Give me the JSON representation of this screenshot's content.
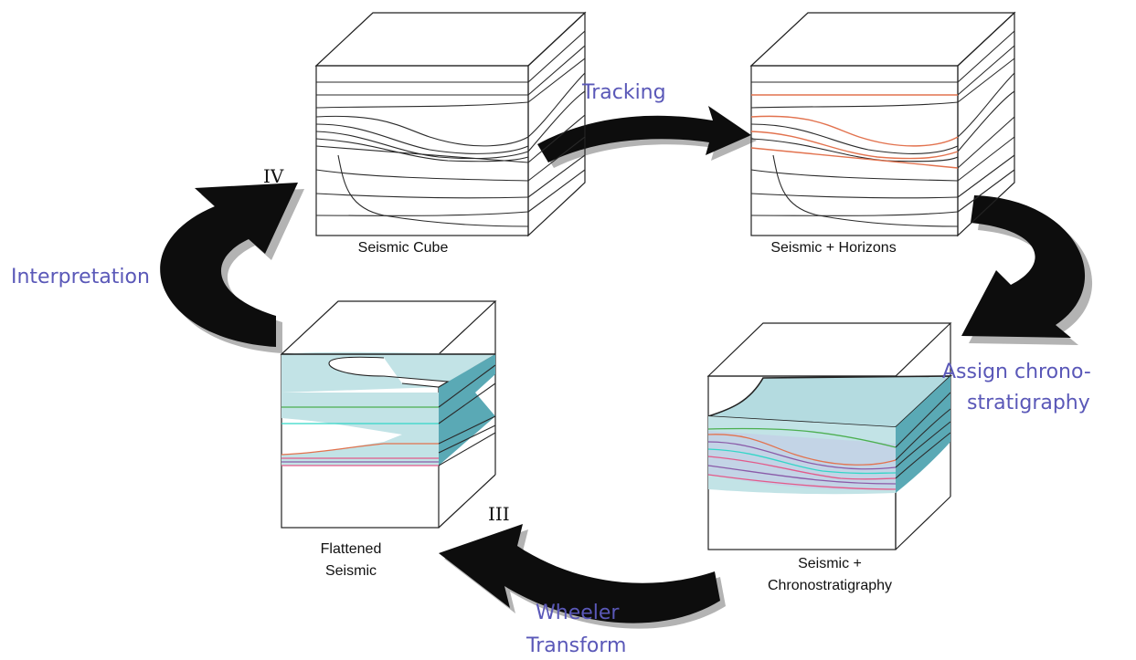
{
  "labels": {
    "tracking": "Tracking",
    "interpretation": "Interpretation",
    "assign_line1": "Assign chrono-",
    "assign_line2": "stratigraphy",
    "wheeler_line1": "Wheeler",
    "wheeler_line2": "Transform"
  },
  "cubes": {
    "seismic_cube": "Seismic Cube",
    "seismic_horizons": "Seismic + Horizons",
    "chrono_line1": "Seismic +",
    "chrono_line2": "Chronostratigraphy",
    "flattened_line1": "Flattened",
    "flattened_line2": "Seismic"
  },
  "stages": {
    "iii": "III",
    "iv": "IV"
  },
  "colors": {
    "label_text": "#5a58b8",
    "cube_fill": "#c2e3e6",
    "cube_side": "#a6cfd4",
    "cube_top": "#b4dbe0",
    "dark_teal": "#5aa9b5",
    "arrow": "#0d0d0d",
    "arrow_shadow": "#b3b3b3",
    "horizon_orange": "#e2724e",
    "horizon_green": "#4caf50",
    "horizon_cyan": "#33d6c8",
    "horizon_purple": "#8a5aa8",
    "horizon_pink": "#e35a8a"
  }
}
